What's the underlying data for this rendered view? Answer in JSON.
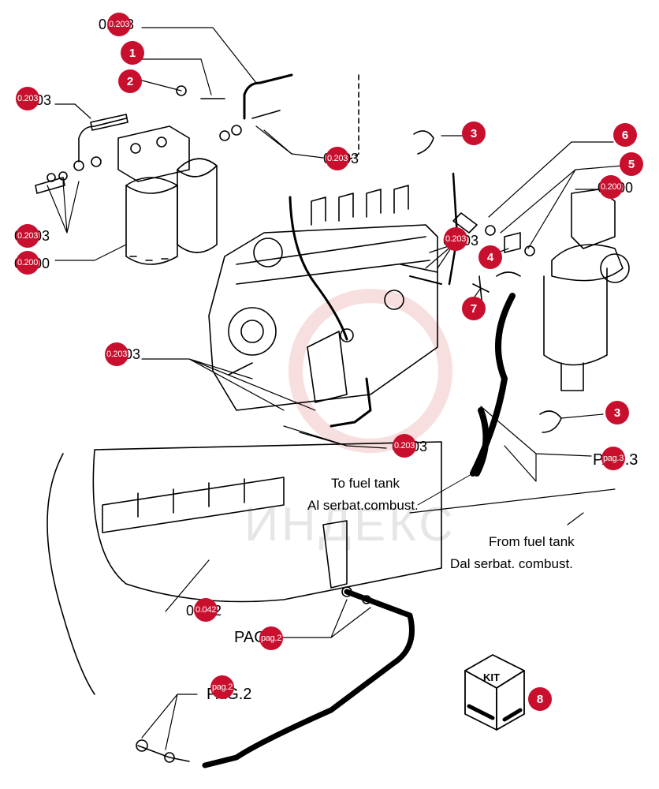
{
  "watermark": "ИНДЕКС",
  "refs": {
    "r1": "0.203",
    "r2": "0.203",
    "r3": "0.203",
    "r4": "0.203",
    "r5": "0.200",
    "r6": "0.200",
    "r7": "0.203",
    "r8": "0.203",
    "r9": "0.203",
    "r10": "0.042",
    "pag1": "PAG.3",
    "pag2": "PAG.2",
    "pag3": "PAG.2"
  },
  "badges": {
    "b_ref1": "0.203",
    "b1": "1",
    "b2": "2",
    "b_ref2": "0.203",
    "b3a": "3",
    "b6": "6",
    "b5": "5",
    "b_ref3": "0.203",
    "b_ref4": "0.200",
    "b_ref5": "0.203",
    "b_ref6": "0.200",
    "b_ref7": "0.203",
    "b4": "4",
    "b7": "7",
    "b_ref8": "0.203",
    "b3b": "3",
    "b_ref9": "0.203",
    "b_pag1": "pag.3",
    "b_ref10": "0.042",
    "b_pag2": "pag.2",
    "b_pag3": "pag.2",
    "b8": "8"
  },
  "notes": {
    "to_tank_en": "To fuel tank",
    "to_tank_it": "Al serbat.combust.",
    "from_tank_en": "From fuel tank",
    "from_tank_it": "Dal serbat. combust."
  },
  "kit_label": "KIT",
  "colors": {
    "badge": "#c8102e",
    "line": "#000000",
    "watermark": "#e6e6e6"
  }
}
